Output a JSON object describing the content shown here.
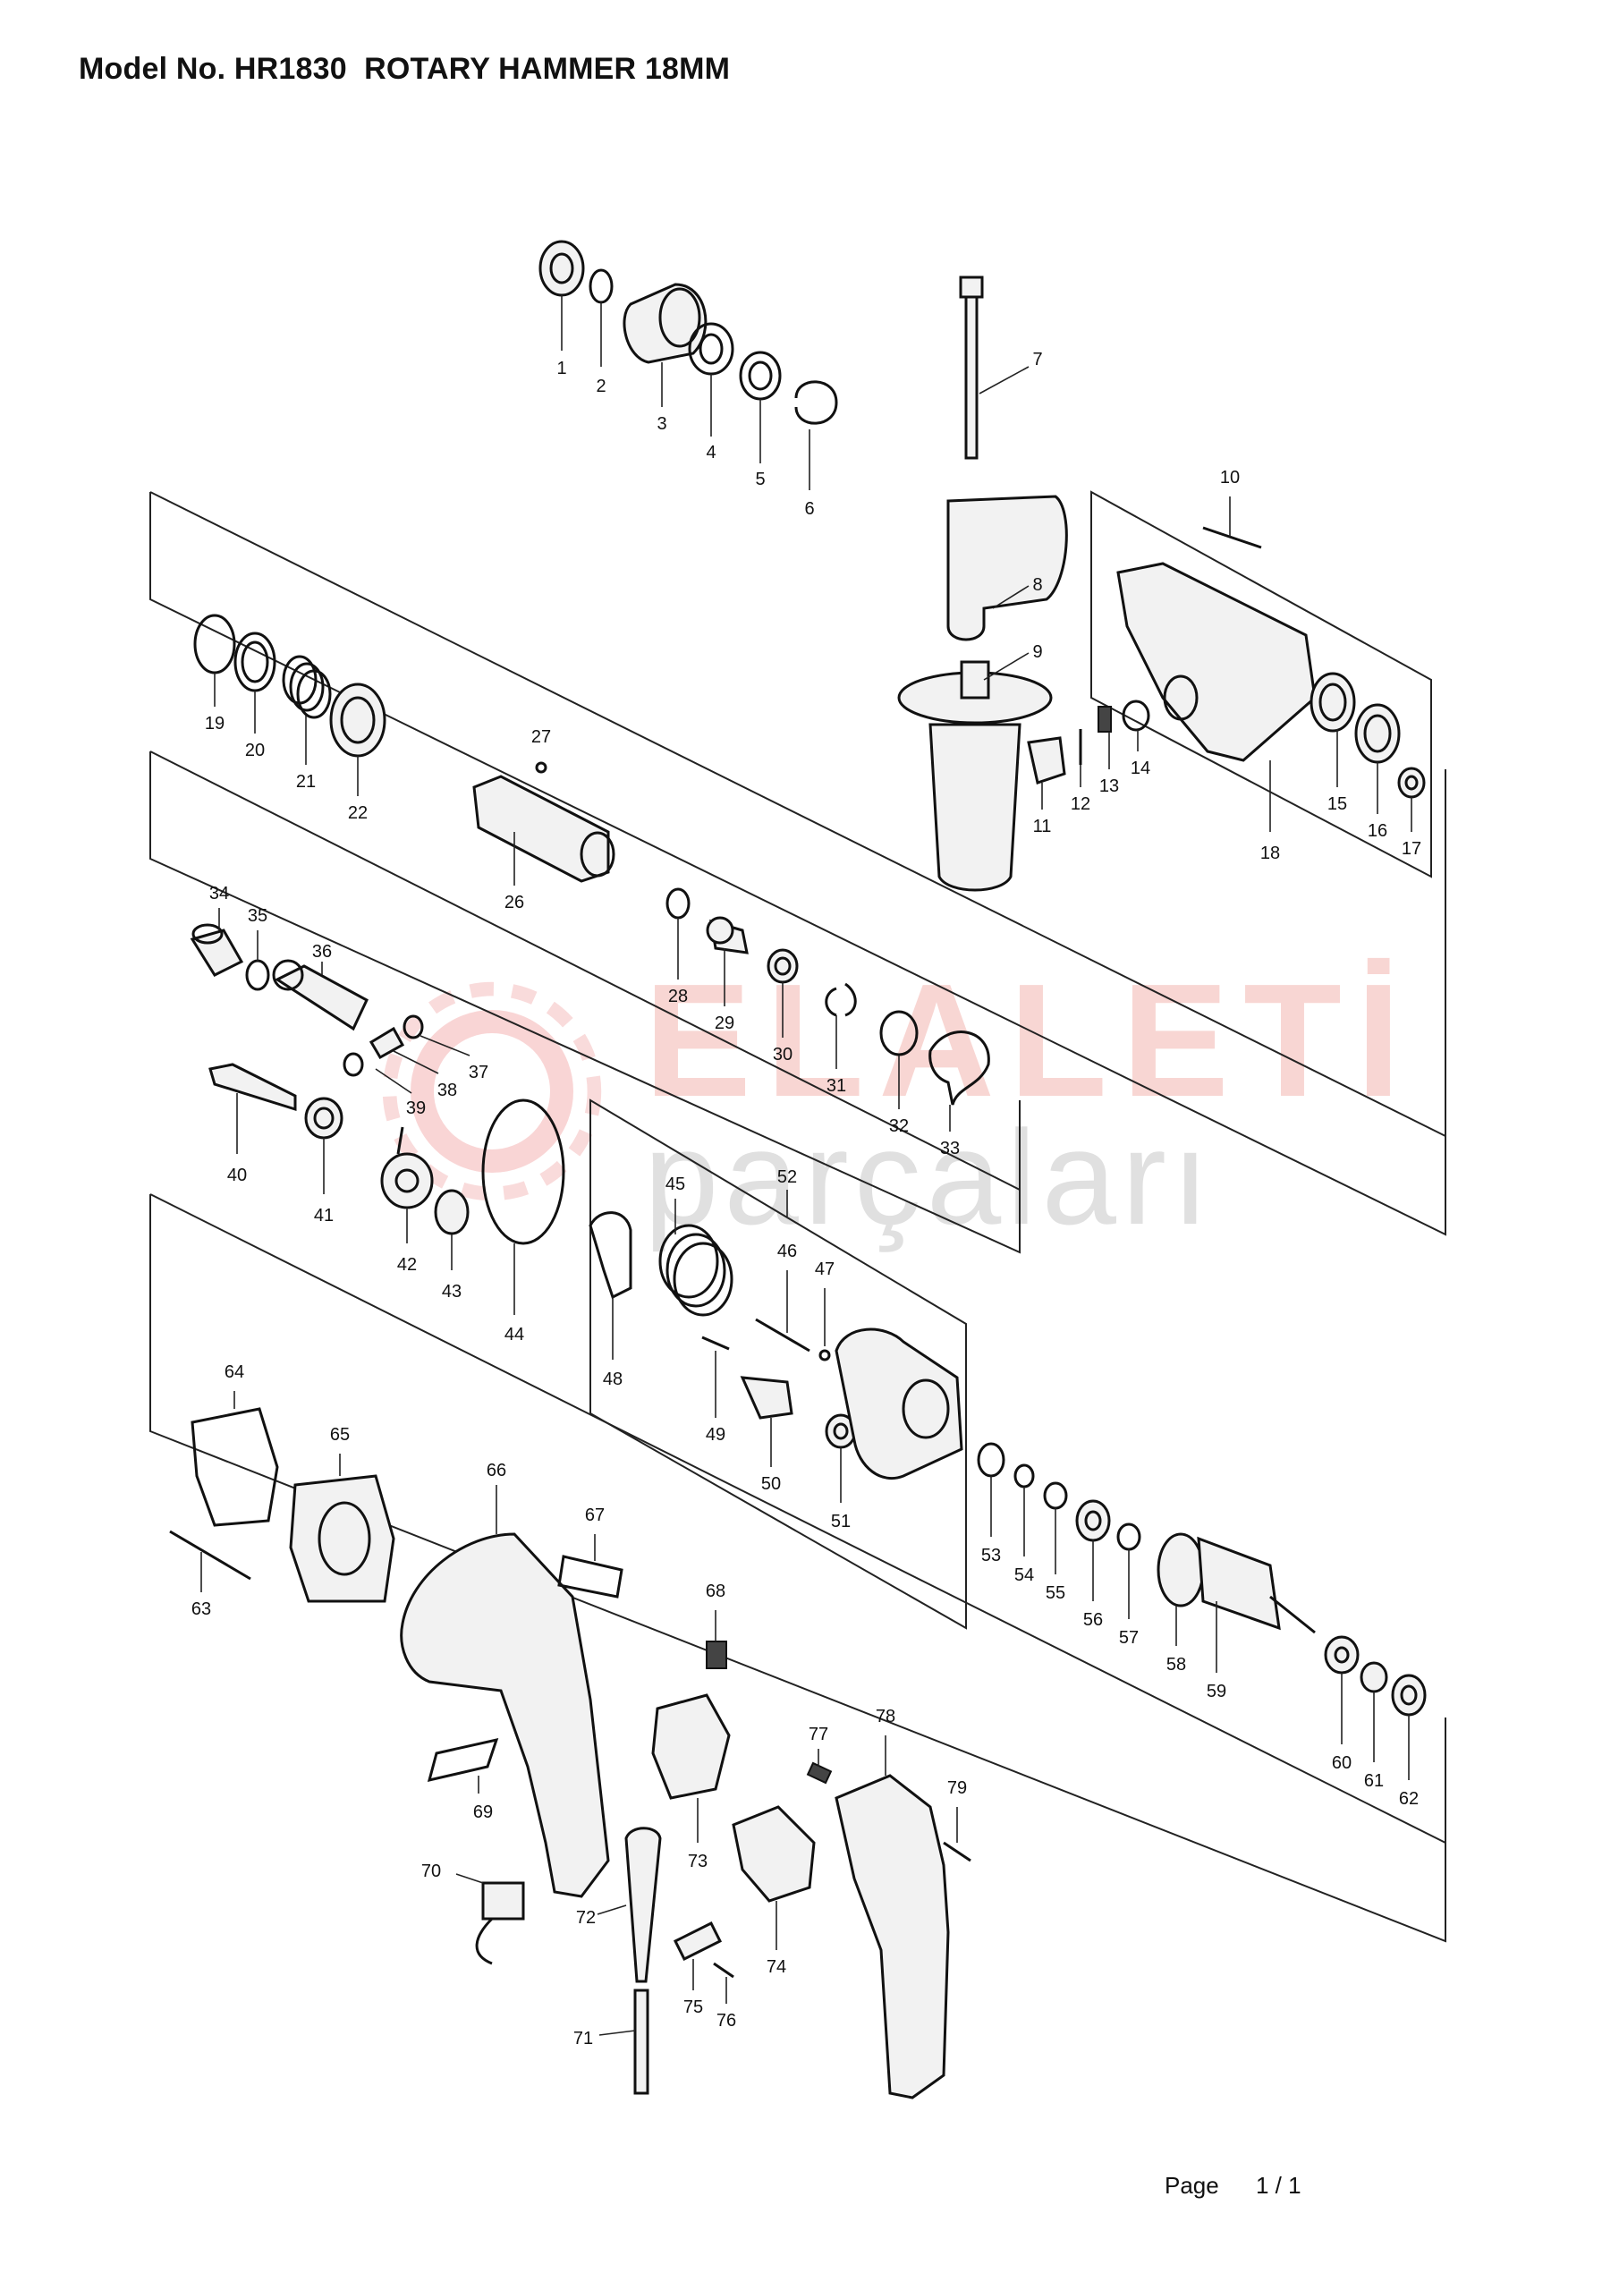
{
  "header": {
    "title": "Model No. HR1830  ROTARY HAMMER 18MM"
  },
  "watermark": {
    "brand_line1": "ELALETİ",
    "brand_line2": "parçaları"
  },
  "footer": {
    "page_label": "Page",
    "page_number": "1 / 1"
  },
  "parts": {
    "p1": "1",
    "p2": "2",
    "p3": "3",
    "p4": "4",
    "p5": "5",
    "p6": "6",
    "p7": "7",
    "p8": "8",
    "p9": "9",
    "p10": "10",
    "p11": "11",
    "p12": "12",
    "p13": "13",
    "p14": "14",
    "p15": "15",
    "p16": "16",
    "p17": "17",
    "p18": "18",
    "p19": "19",
    "p20": "20",
    "p21": "21",
    "p22": "22",
    "p26": "26",
    "p27": "27",
    "p28": "28",
    "p29": "29",
    "p30": "30",
    "p31": "31",
    "p32": "32",
    "p33": "33",
    "p34": "34",
    "p35": "35",
    "p36": "36",
    "p37": "37",
    "p38": "38",
    "p39": "39",
    "p40": "40",
    "p41": "41",
    "p42": "42",
    "p43": "43",
    "p44": "44",
    "p45": "45",
    "p46": "46",
    "p47": "47",
    "p48": "48",
    "p49": "49",
    "p50": "50",
    "p51": "51",
    "p52": "52",
    "p53": "53",
    "p54": "54",
    "p55": "55",
    "p56": "56",
    "p57": "57",
    "p58": "58",
    "p59": "59",
    "p60": "60",
    "p61": "61",
    "p62": "62",
    "p63": "63",
    "p64": "64",
    "p65": "65",
    "p66": "66",
    "p67": "67",
    "p68": "68",
    "p69": "69",
    "p70": "70",
    "p71": "71",
    "p72": "72",
    "p73": "73",
    "p74": "74",
    "p75": "75",
    "p76": "76",
    "p77": "77",
    "p78": "78",
    "p79": "79"
  }
}
